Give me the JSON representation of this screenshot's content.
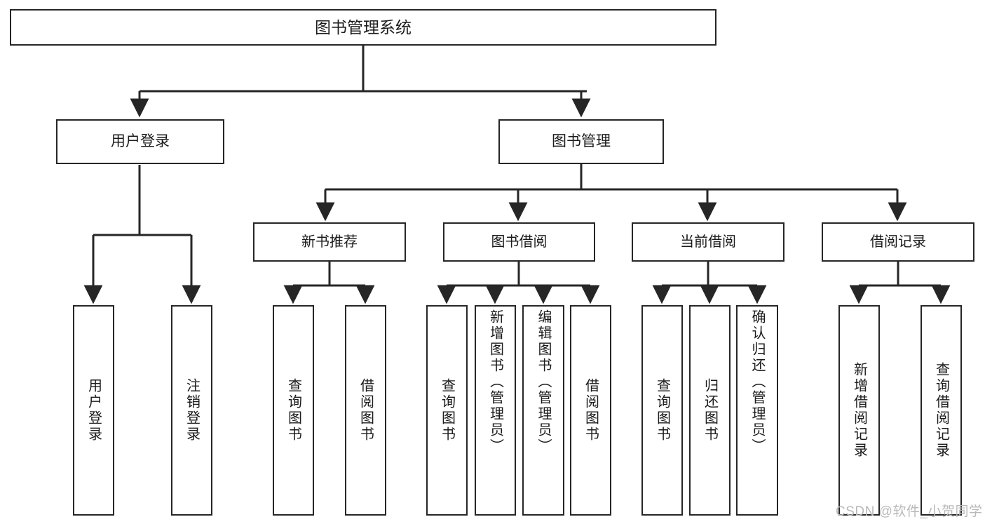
{
  "diagram": {
    "title": "图书管理系统",
    "type": "hierarchy-tree",
    "watermark": "CSDN @软件_小贺同学",
    "edge_color": "#262626",
    "box_border_color": "#262626",
    "text_color": "#1b1b1b",
    "background": "#ffffff"
  },
  "root": {
    "label": "图书管理系统"
  },
  "level1": [
    {
      "label": "用户登录"
    },
    {
      "label": "图书管理"
    }
  ],
  "level2": [
    {
      "label": "新书推荐"
    },
    {
      "label": "图书借阅"
    },
    {
      "label": "当前借阅"
    },
    {
      "label": "借阅记录"
    }
  ],
  "leaves": {
    "user_login": [
      {
        "label": "用户登录"
      },
      {
        "label": "注销登录"
      }
    ],
    "new_book_recommend": [
      {
        "label": "查询图书"
      },
      {
        "label": "借阅图书"
      }
    ],
    "book_borrow": [
      {
        "label": "查询图书"
      },
      {
        "label": "新增图书（管理员）"
      },
      {
        "label": "编辑图书（管理员）"
      },
      {
        "label": "借阅图书"
      }
    ],
    "current_borrow": [
      {
        "label": "查询图书"
      },
      {
        "label": "归还图书"
      },
      {
        "label": "确认归还（管理员）"
      }
    ],
    "borrow_record": [
      {
        "label": "新增借阅记录"
      },
      {
        "label": "查询借阅记录"
      }
    ]
  },
  "chart_data": {
    "type": "table",
    "title": "图书管理系统 功能结构图",
    "nodes": [
      {
        "id": "root",
        "label": "图书管理系统",
        "level": 0,
        "parent": null
      },
      {
        "id": "n1",
        "label": "用户登录",
        "level": 1,
        "parent": "root"
      },
      {
        "id": "n2",
        "label": "图书管理",
        "level": 1,
        "parent": "root"
      },
      {
        "id": "n1a",
        "label": "用户登录",
        "level": 2,
        "parent": "n1"
      },
      {
        "id": "n1b",
        "label": "注销登录",
        "level": 2,
        "parent": "n1"
      },
      {
        "id": "n2a",
        "label": "新书推荐",
        "level": 2,
        "parent": "n2"
      },
      {
        "id": "n2b",
        "label": "图书借阅",
        "level": 2,
        "parent": "n2"
      },
      {
        "id": "n2c",
        "label": "当前借阅",
        "level": 2,
        "parent": "n2"
      },
      {
        "id": "n2d",
        "label": "借阅记录",
        "level": 2,
        "parent": "n2"
      },
      {
        "id": "n2a1",
        "label": "查询图书",
        "level": 3,
        "parent": "n2a"
      },
      {
        "id": "n2a2",
        "label": "借阅图书",
        "level": 3,
        "parent": "n2a"
      },
      {
        "id": "n2b1",
        "label": "查询图书",
        "level": 3,
        "parent": "n2b"
      },
      {
        "id": "n2b2",
        "label": "新增图书（管理员）",
        "level": 3,
        "parent": "n2b"
      },
      {
        "id": "n2b3",
        "label": "编辑图书（管理员）",
        "level": 3,
        "parent": "n2b"
      },
      {
        "id": "n2b4",
        "label": "借阅图书",
        "level": 3,
        "parent": "n2b"
      },
      {
        "id": "n2c1",
        "label": "查询图书",
        "level": 3,
        "parent": "n2c"
      },
      {
        "id": "n2c2",
        "label": "归还图书",
        "level": 3,
        "parent": "n2c"
      },
      {
        "id": "n2c3",
        "label": "确认归还（管理员）",
        "level": 3,
        "parent": "n2c"
      },
      {
        "id": "n2d1",
        "label": "新增借阅记录",
        "level": 3,
        "parent": "n2d"
      },
      {
        "id": "n2d2",
        "label": "查询借阅记录",
        "level": 3,
        "parent": "n2d"
      }
    ]
  }
}
